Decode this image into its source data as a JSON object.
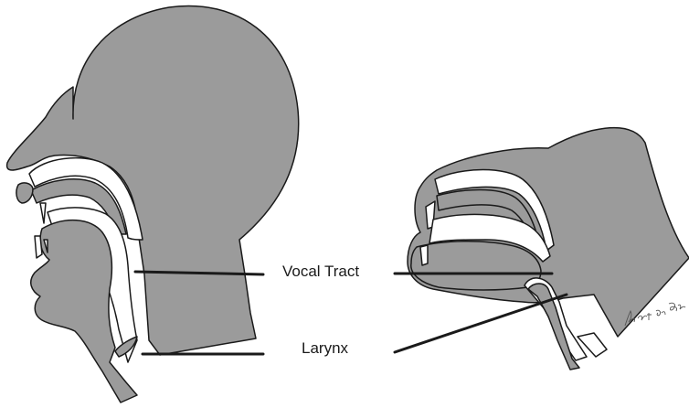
{
  "diagram": {
    "labels": {
      "vocal_tract": "Vocal Tract",
      "larynx": "Larynx"
    },
    "signature": "Bart de Boer",
    "colors": {
      "tissue": "#9b9b9b",
      "outline": "#1a1a1a",
      "cavity": "#ffffff"
    }
  }
}
